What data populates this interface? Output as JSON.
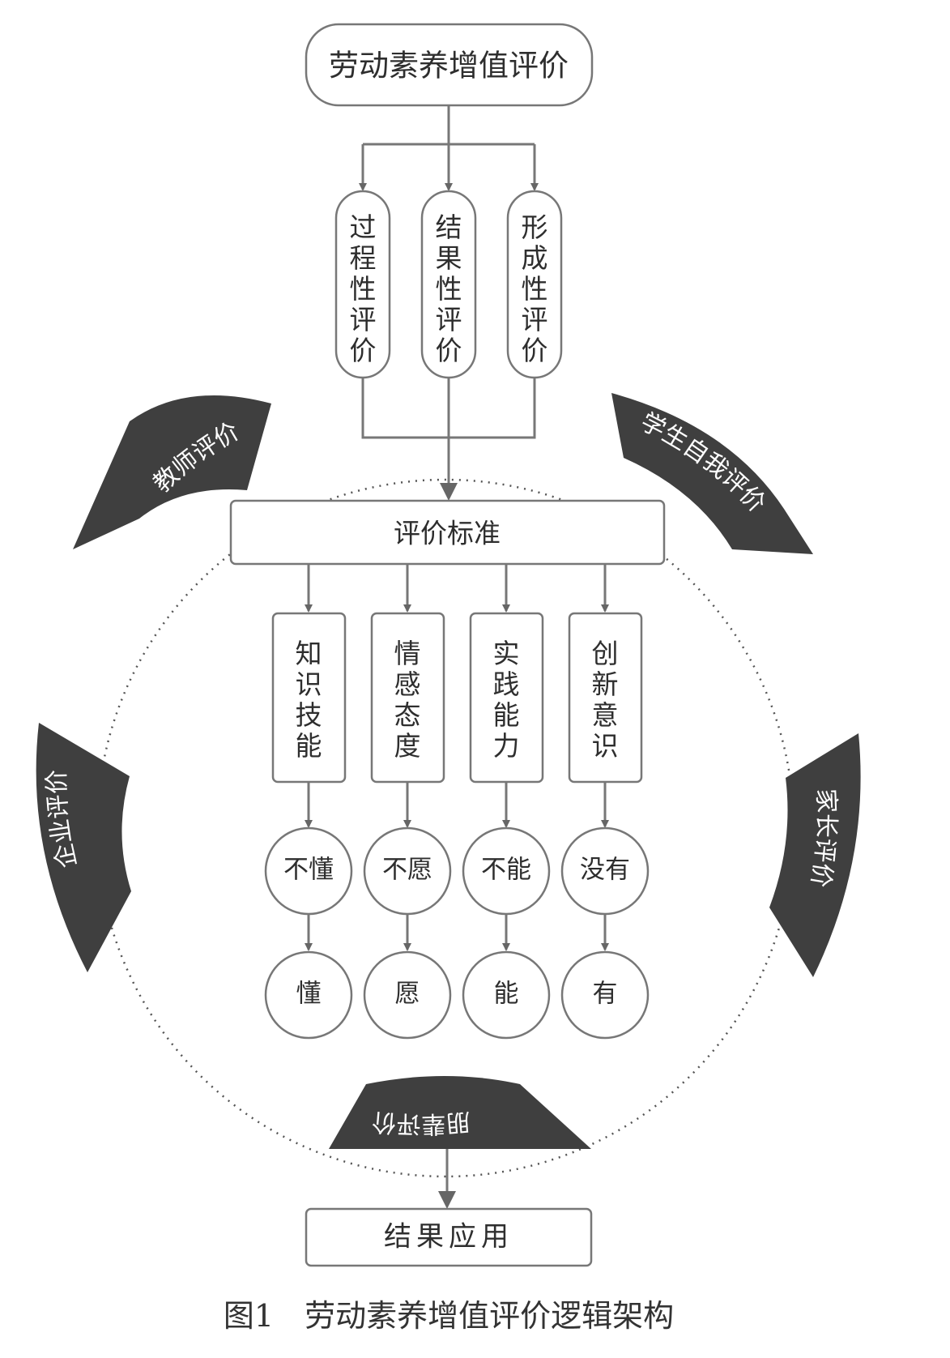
{
  "title": "劳动素养增值评价",
  "evaluation_types": [
    {
      "label": "过程性评价"
    },
    {
      "label": "结果性评价"
    },
    {
      "label": "形成性评价"
    }
  ],
  "standard": "评价标准",
  "dimensions": [
    {
      "label": "知识技能",
      "from": "不懂",
      "to": "懂"
    },
    {
      "label": "情感态度",
      "from": "不愿",
      "to": "愿"
    },
    {
      "label": "实践能力",
      "from": "不能",
      "to": "能"
    },
    {
      "label": "创新意识",
      "from": "没有",
      "to": "有"
    }
  ],
  "evaluators": {
    "teacher": "教师评价",
    "student": "学生自我评价",
    "enterprise": "企业评价",
    "parent": "家长评价",
    "peer": "朋辈评价"
  },
  "result": "结果应用",
  "caption": "图1　劳动素养增值评价逻辑架构",
  "colors": {
    "band": "#3f3f3f",
    "line": "#777777"
  }
}
